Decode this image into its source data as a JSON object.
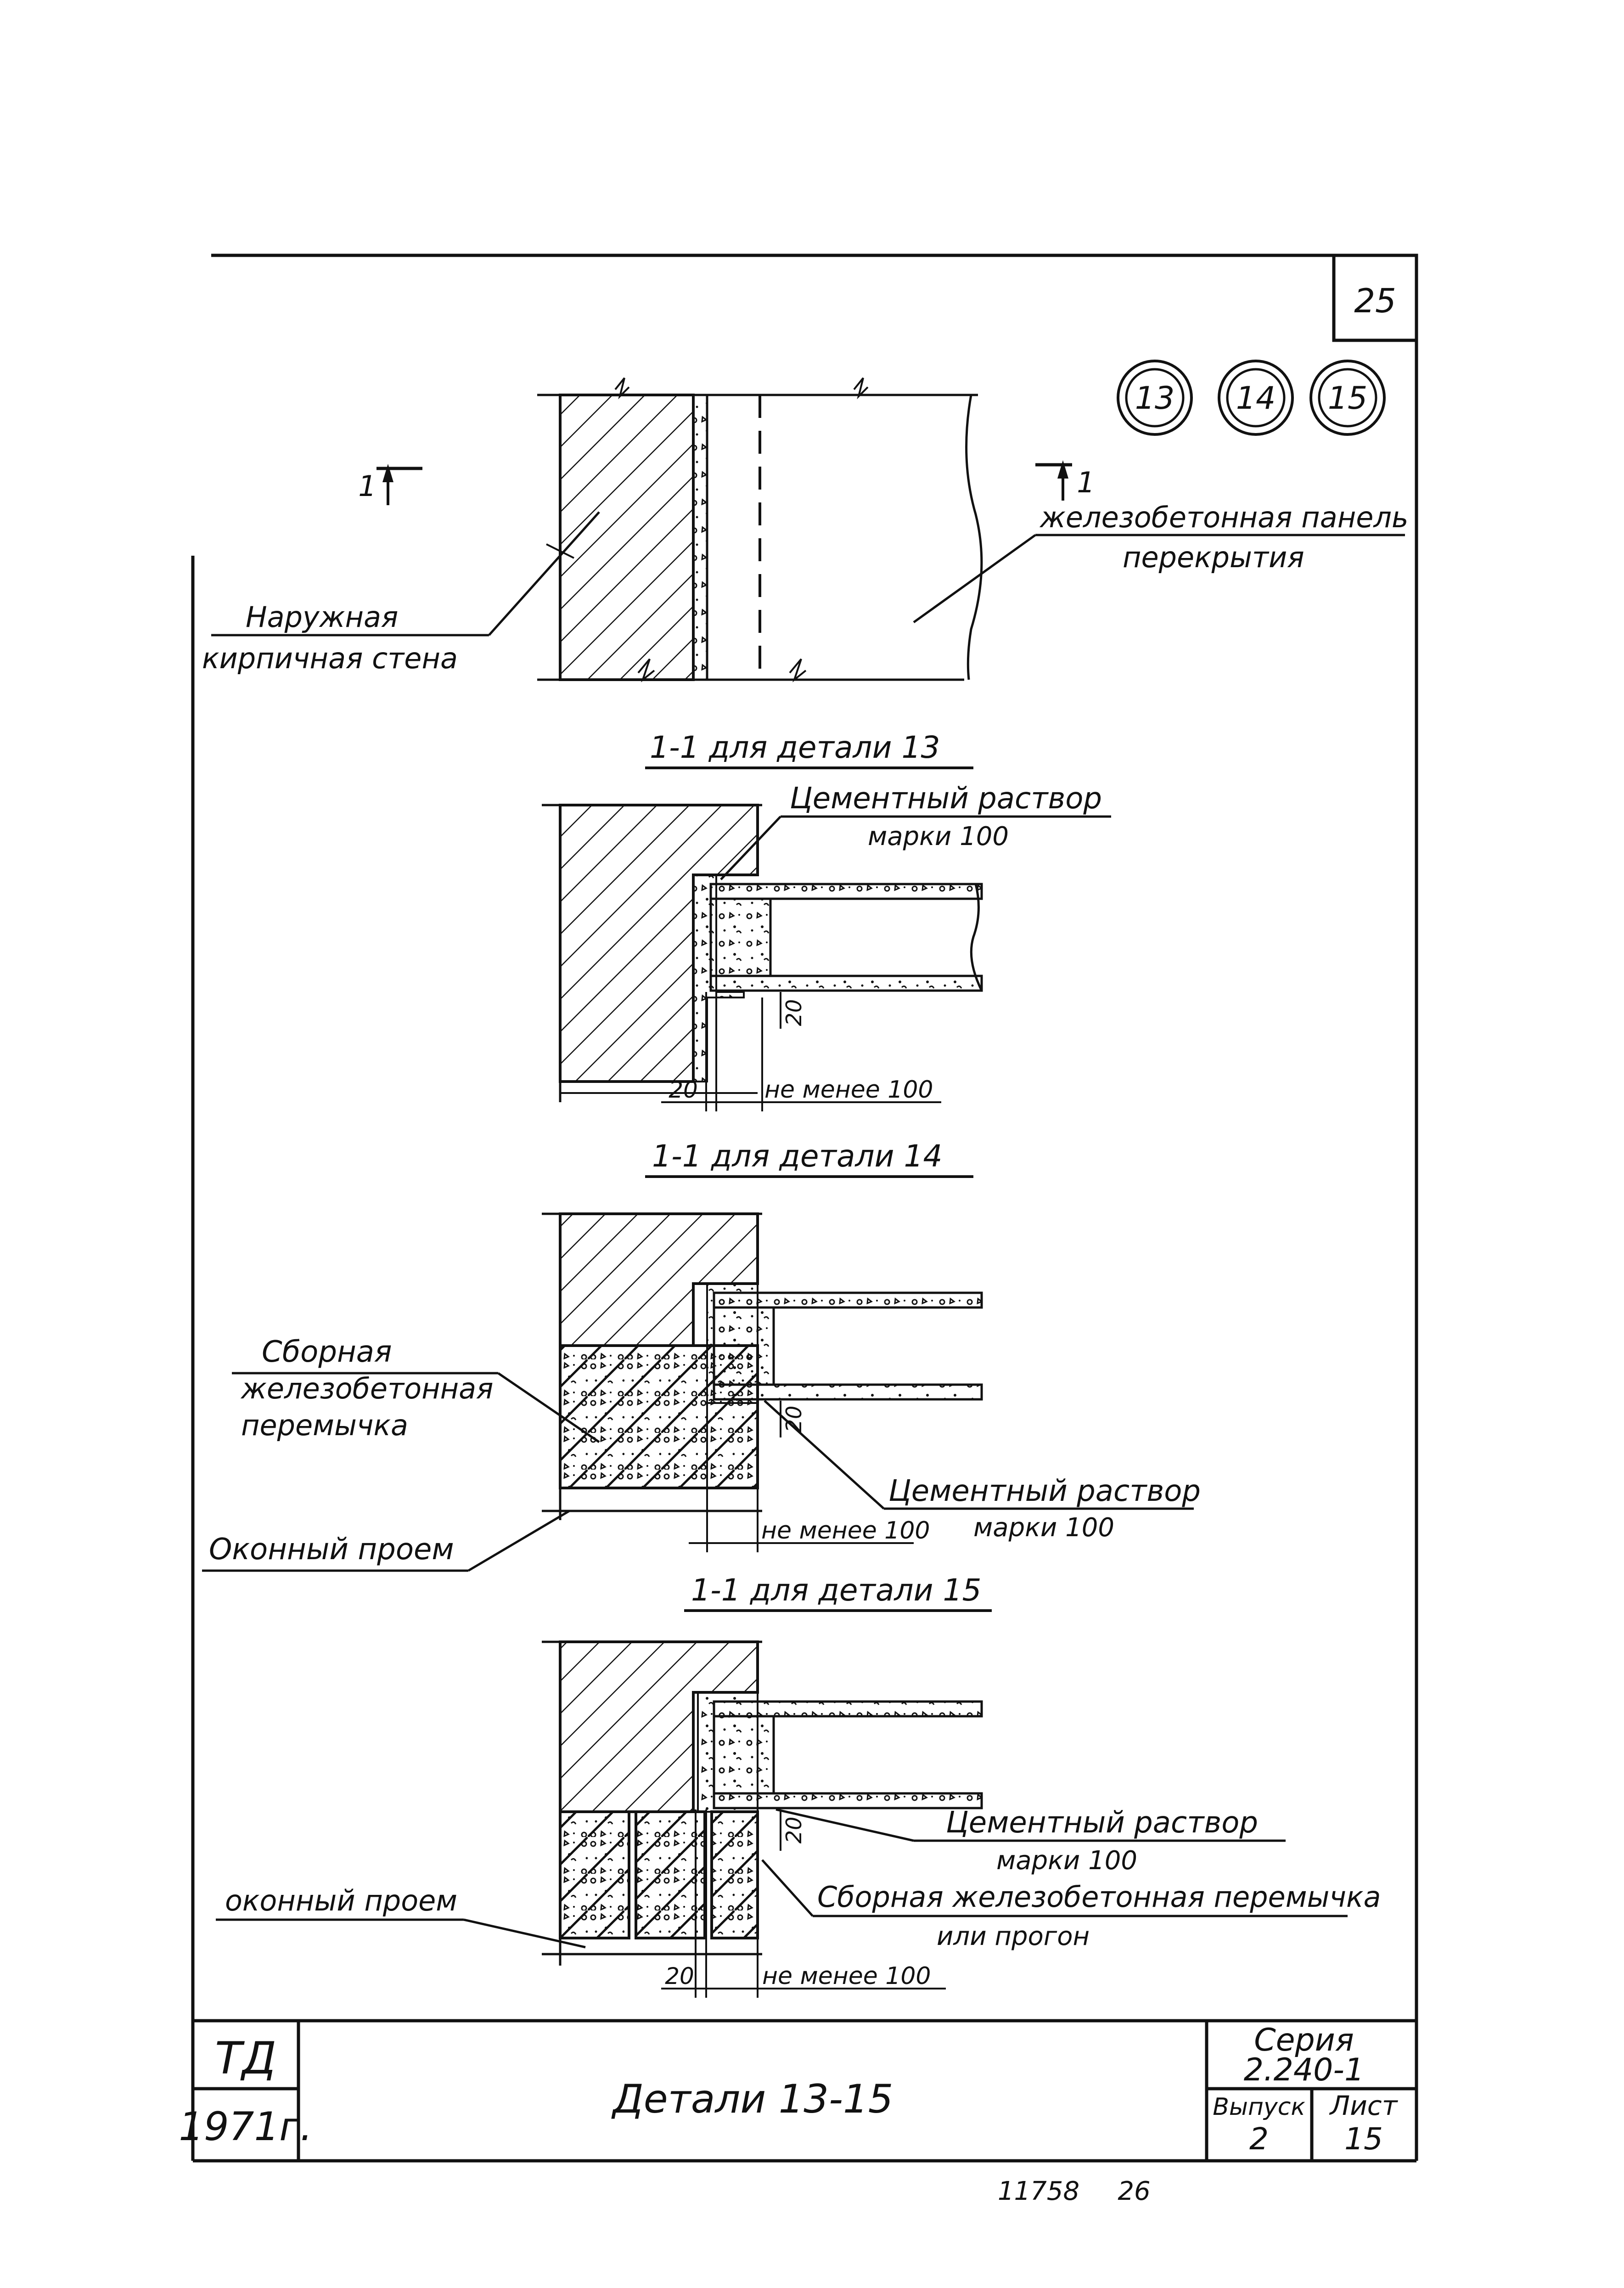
{
  "sheet_number": "25",
  "detail_markers": [
    "13",
    "14",
    "15"
  ],
  "plan": {
    "section_mark": "1",
    "label_panel_line1": "железобетонная панель",
    "label_panel_line2": "перекрытия",
    "label_wall_line1": "Наружная",
    "label_wall_line2": "кирпичная стена"
  },
  "section13": {
    "title": "1-1  для детали 13",
    "mortar_line1": "Цементный раствор",
    "mortar_line2": "марки 100",
    "dim_gap": "20",
    "dim_joint": "20",
    "dim_bearing": "не менее 100"
  },
  "section14": {
    "title": "1-1  для детали 14",
    "lintel_line1": "Сборная",
    "lintel_line2": "железобетонная",
    "lintel_line3": "перемычка",
    "opening": "Оконный проем",
    "mortar_line1": "Цементный раствор",
    "mortar_line2": "марки 100",
    "dim_joint": "20",
    "dim_bearing": "не менее 100"
  },
  "section15": {
    "title": "1-1  для детали 15",
    "mortar_line1": "Цементный раствор",
    "mortar_line2": "марки 100",
    "lintel_line1": "Сборная железобетонная перемычка",
    "lintel_line2": "или прогон",
    "opening": "оконный проем",
    "dim_joint": "20",
    "dim_gap": "20",
    "dim_bearing": "не менее 100"
  },
  "title_block": {
    "org": "ТД",
    "year": "1971г.",
    "title": "Детали 13-15",
    "series_label": "Серия",
    "series_value": "2.240-1",
    "issue_label": "Выпуск",
    "issue_value": "2",
    "sheet_label": "Лист",
    "sheet_value": "15"
  },
  "footer": {
    "doc_number": "11758",
    "page": "26"
  }
}
